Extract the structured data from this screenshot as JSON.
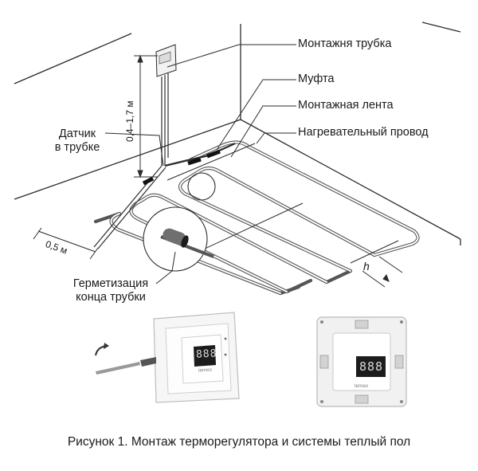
{
  "labels": {
    "mounting_tube": "Монтажня трубка",
    "coupling": "Муфта",
    "mounting_tape": "Монтажная лента",
    "heating_wire": "Нагревательный провод",
    "sensor_line1": "Датчик",
    "sensor_line2": "в трубке",
    "sealing_line1": "Герметизация",
    "sealing_line2": "конца трубки",
    "height_dim": "0,4–1,7 м",
    "offset_dim": "0,5 м",
    "step_dim": "h"
  },
  "thermostats": {
    "left_display": "888",
    "right_display": "888",
    "left_brand": "terneo",
    "right_brand": "terneo"
  },
  "caption": "Рисунок 1. Монтаж терморегулятора и системы теплый пол",
  "colors": {
    "line": "#2b2b2b",
    "wire": "#555555",
    "display": "#1c1c1c",
    "display_digits": "#d9d9d9"
  }
}
